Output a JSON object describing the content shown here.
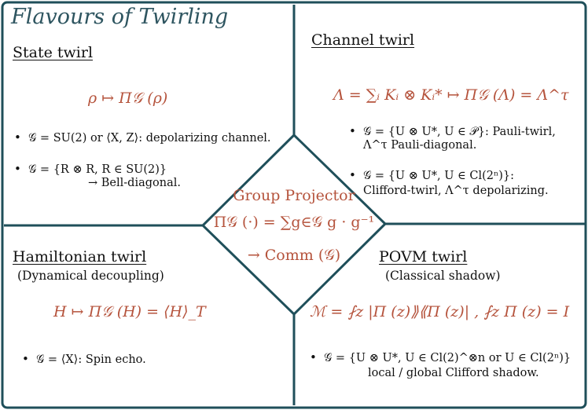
{
  "title": "Flavours of Twirling",
  "panels": {
    "state": {
      "heading": "State twirl",
      "equation": "ρ ↦ Π𝒢 (ρ)",
      "bullets": [
        "𝒢 = SU(2) or ⟨X, Z⟩: depolarizing channel.",
        "𝒢 = {R ⊗ R, R ∈ SU(2)}",
        "→ Bell-diagonal."
      ]
    },
    "channel": {
      "heading": "Channel twirl",
      "equation": "Λ = ∑ᵢ Kᵢ ⊗ Kᵢ* ↦ Π𝒢 (Λ) = Λ^τ",
      "bullets": [
        "𝒢 = {U ⊗ U*, U ∈ 𝒫}: Pauli-twirl,",
        "Λ^τ Pauli-diagonal.",
        "𝒢 = {U ⊗ U*, U ∈ Cl(2ⁿ)}:",
        "Clifford-twirl, Λ^τ depolarizing."
      ]
    },
    "hamiltonian": {
      "heading": "Hamiltonian twirl",
      "subheading": "(Dynamical decoupling)",
      "equation": "H ↦ Π𝒢 (H) = ⟨H⟩_T",
      "bullets": [
        "𝒢 = ⟨X⟩: Spin echo."
      ]
    },
    "povm": {
      "heading": "POVM twirl",
      "subheading": "(Classical shadow)",
      "equation": "ℳ = ⨏z |Π (z)⟫⟪Π (z)| , ⨏z Π (z) = I",
      "bullets": [
        "𝒢 = {U ⊗ U*, U ∈ Cl(2)^⊗n or U ∈ Cl(2ⁿ)}",
        "local / global Clifford shadow."
      ]
    }
  },
  "center": {
    "line1": "Group Projector",
    "line2": "Π𝒢 (·) = ∑g∈𝒢 g · g⁻¹",
    "line3": "→ Comm (𝒢)"
  },
  "colors": {
    "frame": "#1f4f5a",
    "accent": "#b5533c",
    "title": "#2e5560"
  }
}
